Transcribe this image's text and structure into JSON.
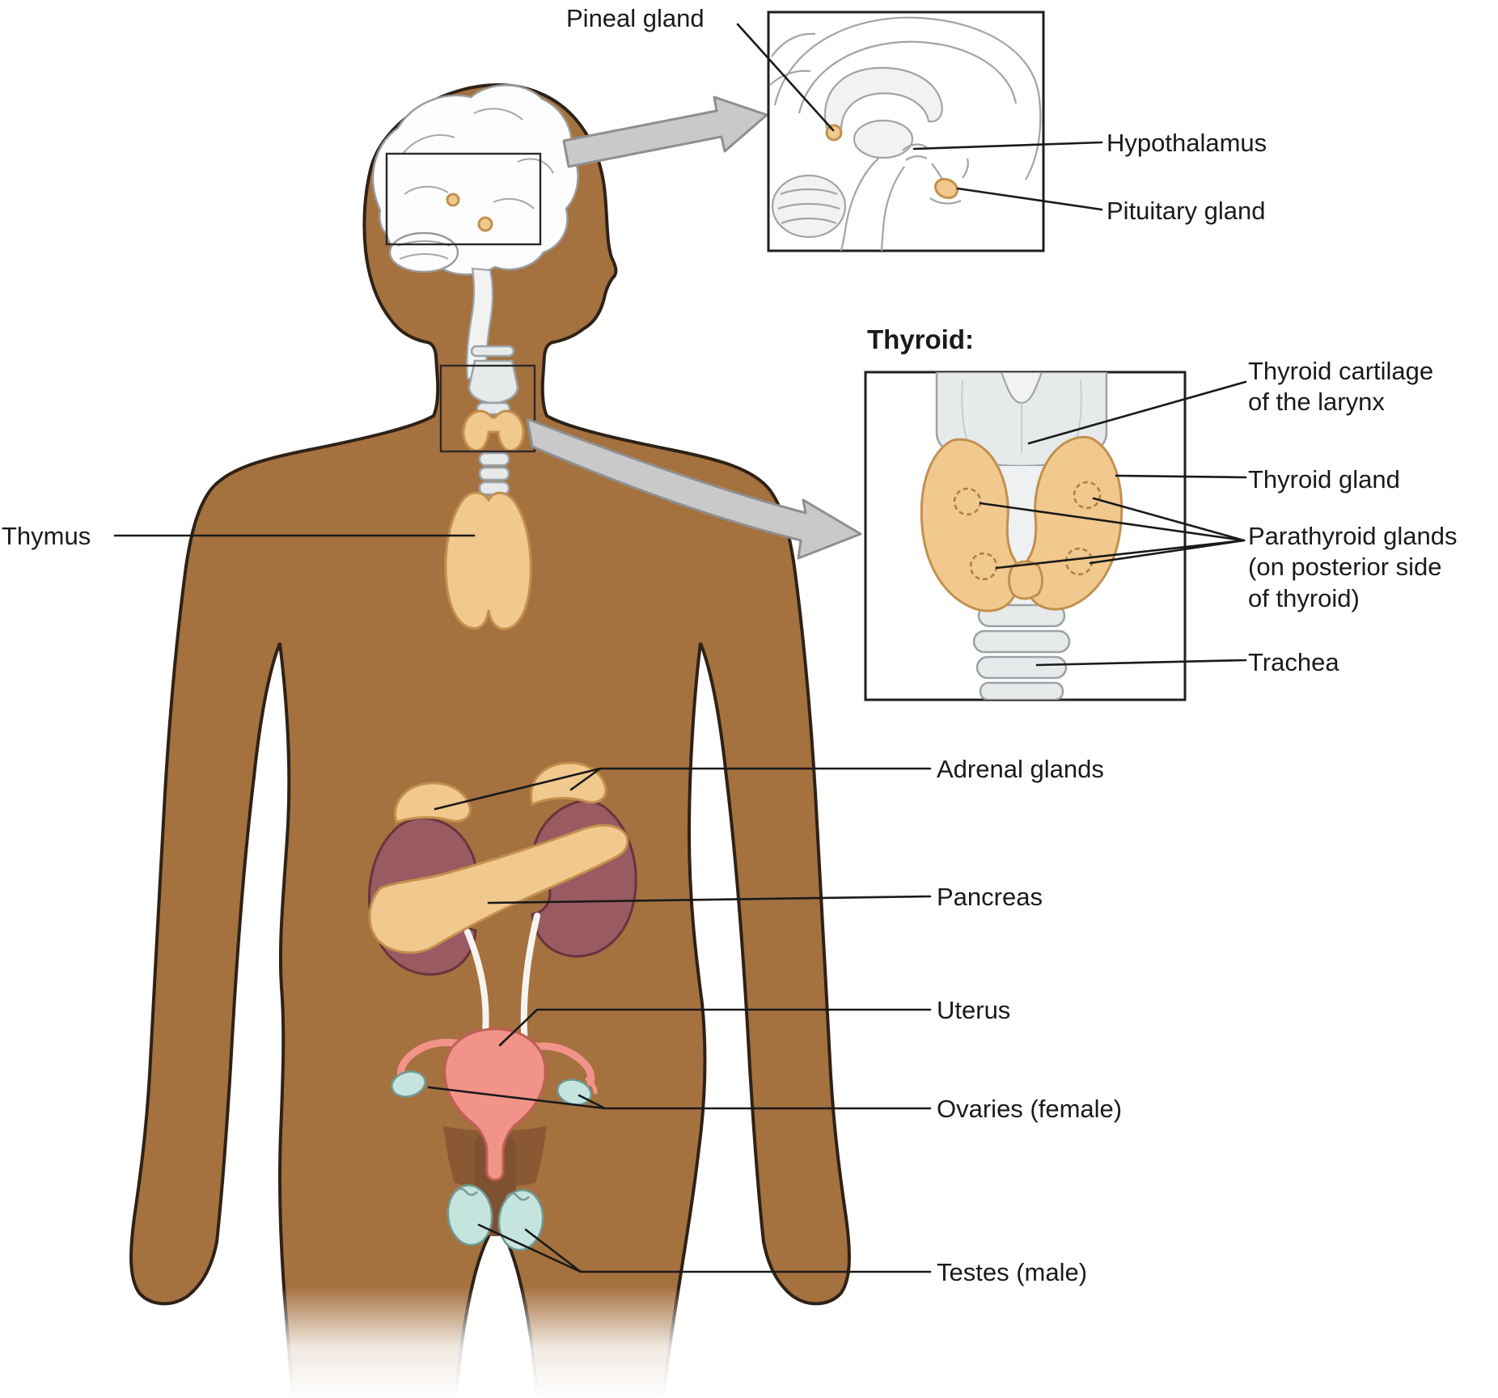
{
  "labels": {
    "pineal": "Pineal gland",
    "hypothalamus": "Hypothalamus",
    "pituitary": "Pituitary gland",
    "thyroid_heading": "Thyroid:",
    "thyroid_cartilage": "Thyroid cartilage\nof the larynx",
    "thyroid_gland": "Thyroid gland",
    "parathyroid": "Parathyroid glands\n(on posterior side\nof thyroid)",
    "trachea": "Trachea",
    "thymus": "Thymus",
    "adrenal": "Adrenal glands",
    "pancreas": "Pancreas",
    "uterus": "Uterus",
    "ovaries": "Ovaries (female)",
    "testes": "Testes (male)"
  },
  "colors": {
    "skin": "#A5713F",
    "outline": "#2E2217",
    "gland": "#F1C88D",
    "gland_outline": "#C2904E",
    "kidney": "#9A5A62",
    "kidney_outline": "#68343E",
    "uterus": "#F2938A",
    "uterus_outline": "#C05F55",
    "ovary": "#C5E4DE",
    "ovary_outline": "#6E9A93",
    "cartilage": "#E7EAEB",
    "cartilage_outline": "#9BA2A6",
    "arrow_fill": "#C9C9C9",
    "arrow_outline": "#8F8F8F",
    "line": "#1A1A1A",
    "label_text": "#1A1A1A",
    "background": "#FFFFFF"
  }
}
